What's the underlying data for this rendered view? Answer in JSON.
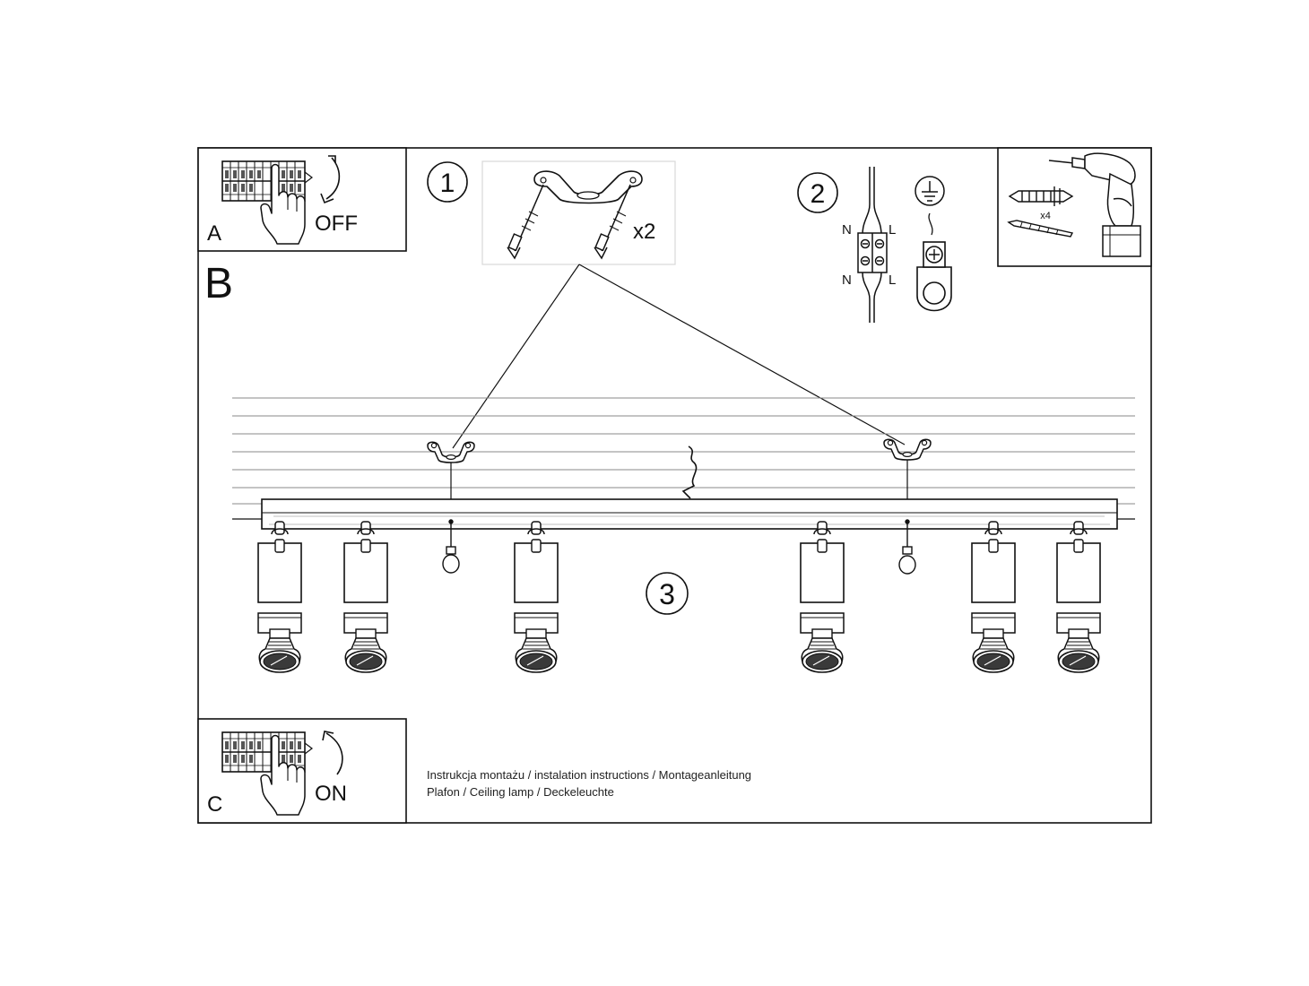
{
  "panels": {
    "a": {
      "letter": "A",
      "switch_label": "OFF"
    },
    "b": {
      "letter": "B"
    },
    "c": {
      "letter": "C",
      "switch_label": "ON"
    }
  },
  "steps": {
    "one": "1",
    "two": "2",
    "three": "3"
  },
  "bracket_detail": {
    "quantity": "x2"
  },
  "wiring": {
    "top_left": "N",
    "top_right": "L",
    "bottom_left": "N",
    "bottom_right": "L"
  },
  "tools": {
    "dowel_quantity": "x4"
  },
  "captions": {
    "line1": "Instrukcja montażu / instalation instructions / Montageanleitung",
    "line2": "Plafon / Ceiling lamp / Deckeleuchte"
  },
  "icons": [
    "breaker-panel-icon",
    "hand-icon",
    "curved-arrow-icon",
    "ceiling-bracket-icon",
    "screw-icon",
    "terminal-block-icon",
    "ground-symbol-icon",
    "ground-terminal-icon",
    "wall-plug-icon",
    "drill-icon",
    "spotlight-icon"
  ]
}
